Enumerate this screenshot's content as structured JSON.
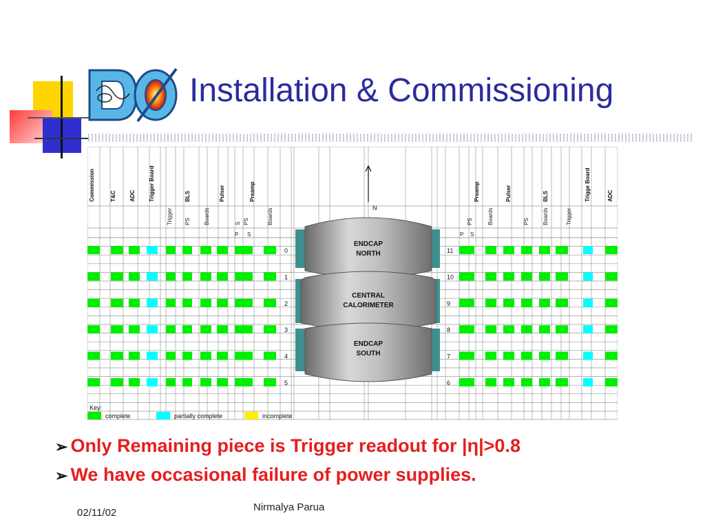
{
  "slide": {
    "title": "Installation & Commissioning",
    "bullets": [
      "Only Remaining piece is Trigger readout for |η|>0.8",
      "We have occasional failure of power supplies."
    ],
    "footer_date": "02/11/02",
    "footer_author": "Nirmalya Parua"
  },
  "logo": {
    "text": "DØ"
  },
  "diagram": {
    "left_headers": [
      "Commission",
      "T&C",
      "ADC",
      "Trigger Board",
      "BLS",
      "Pulser",
      "Preamp"
    ],
    "left_subheaders": [
      "Trigger",
      "PS",
      "Boards",
      "P",
      "S",
      "PS",
      "Boards"
    ],
    "right_headers": [
      "Preamp",
      "Pulser",
      "BLS",
      "Trigge Board",
      "ADC"
    ],
    "right_subheaders": [
      "P",
      "S",
      "PS",
      "Boards",
      "PS",
      "Boards",
      "Trigger"
    ],
    "north_label": "N",
    "left_row_labels": [
      "0",
      "1",
      "2",
      "3",
      "4",
      "5"
    ],
    "right_row_labels": [
      "11",
      "10",
      "9",
      "8",
      "7",
      "6"
    ],
    "cylinders": [
      "ENDCAP\nNORTH",
      "CENTRAL\nCALORIMETER",
      "ENDCAP\nSOUTH"
    ],
    "key_title": "Key:",
    "key_items": [
      {
        "label": "complete",
        "color": "#00ee00"
      },
      {
        "label": "partially complete",
        "color": "#00ffff"
      },
      {
        "label": "incomplete",
        "color": "#ffee00"
      }
    ],
    "colors": {
      "complete": "#00ee00",
      "partial": "#00ffff",
      "incomplete": "#ffee00",
      "grid": "#9a9a9a"
    }
  }
}
